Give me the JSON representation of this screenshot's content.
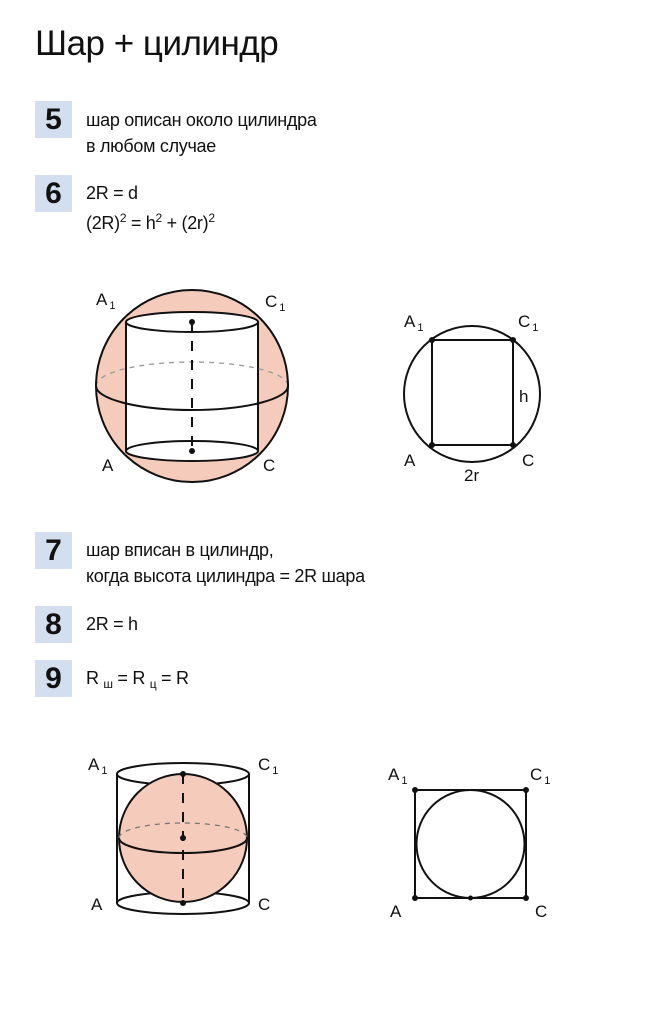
{
  "title": "Шар + цилиндр",
  "items": [
    {
      "num": "5",
      "lines": [
        "шар описан около цилиндра",
        "в любом случае"
      ]
    },
    {
      "num": "6",
      "line1": "2R = d",
      "line2": {
        "a": "(2R)",
        "b": "2",
        "c": " = h",
        "d": "2",
        "e": " + (2r)",
        "f": "2"
      }
    },
    {
      "num": "7",
      "lines": [
        "шар вписан в цилиндр,",
        "когда высота цилиндра = 2R шара"
      ]
    },
    {
      "num": "8",
      "line1": "2R = h"
    },
    {
      "num": "9",
      "r1": "R",
      "s1": "ш",
      "eq1": " = R",
      "s2": "ц",
      "eq2": " = R"
    }
  ],
  "figures": {
    "fig1": {
      "A": "A",
      "C": "C",
      "A1": "A",
      "C1": "C",
      "sub": "1"
    },
    "fig2": {
      "A": "A",
      "C": "C",
      "A1": "A",
      "C1": "C",
      "sub": "1",
      "h": "h",
      "r2": "2r"
    },
    "fig3": {
      "A": "A",
      "C": "C",
      "A1": "A",
      "C1": "C",
      "sub": "1"
    },
    "fig4": {
      "A": "A",
      "C": "C",
      "A1": "A",
      "C1": "C",
      "sub": "1"
    }
  },
  "colors": {
    "badge": "#d3deee",
    "fill": "#f5cbbb"
  }
}
